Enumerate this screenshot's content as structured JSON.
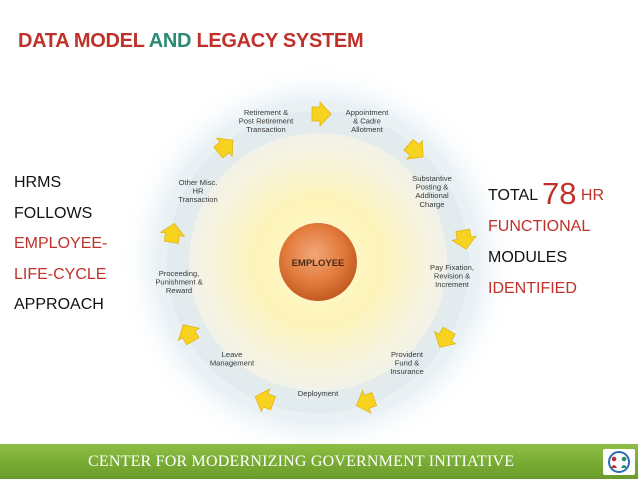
{
  "title": {
    "part1": "DATA MODEL ",
    "part2": "AND ",
    "part3": "LEGACY SYSTEM"
  },
  "left_text": [
    "HRMS",
    "FOLLOWS",
    "EMPLOYEE-",
    "LIFE-CYCLE",
    "APPROACH"
  ],
  "right_text": {
    "total": "TOTAL",
    "number": "78",
    "hr": "HR",
    "line2": "FUNCTIONAL",
    "line3": "MODULES",
    "line4": "IDENTIFIED"
  },
  "center_label": "EMPLOYEE",
  "cycle_nodes": [
    {
      "lines": [
        "Appointment",
        "& Cadre",
        "Allotment"
      ]
    },
    {
      "lines": [
        "Substantive",
        "Posting &",
        "Additional",
        "Charge"
      ]
    },
    {
      "lines": [
        "Pay Fixation,",
        "Revision &",
        "Increment"
      ]
    },
    {
      "lines": [
        "Provident",
        "Fund &",
        "Insurance"
      ]
    },
    {
      "lines": [
        "Deployment"
      ]
    },
    {
      "lines": [
        "Leave",
        "Management"
      ]
    },
    {
      "lines": [
        "Proceeding,",
        "Punishment &",
        "Reward"
      ]
    },
    {
      "lines": [
        "Other Misc.",
        "HR",
        "Transaction"
      ]
    },
    {
      "lines": [
        "Retirement &",
        "Post Retirement",
        "Transaction"
      ]
    }
  ],
  "footer": "CENTER FOR MODERNIZING GOVERNMENT INITIATIVE",
  "colors": {
    "red": "#c0312b",
    "teal": "#2a8a72",
    "arrow": "#f7d21e",
    "footer": "#7aad35"
  },
  "icons": [
    "cycle-arrow-icon",
    "cmgi-logo-icon"
  ]
}
